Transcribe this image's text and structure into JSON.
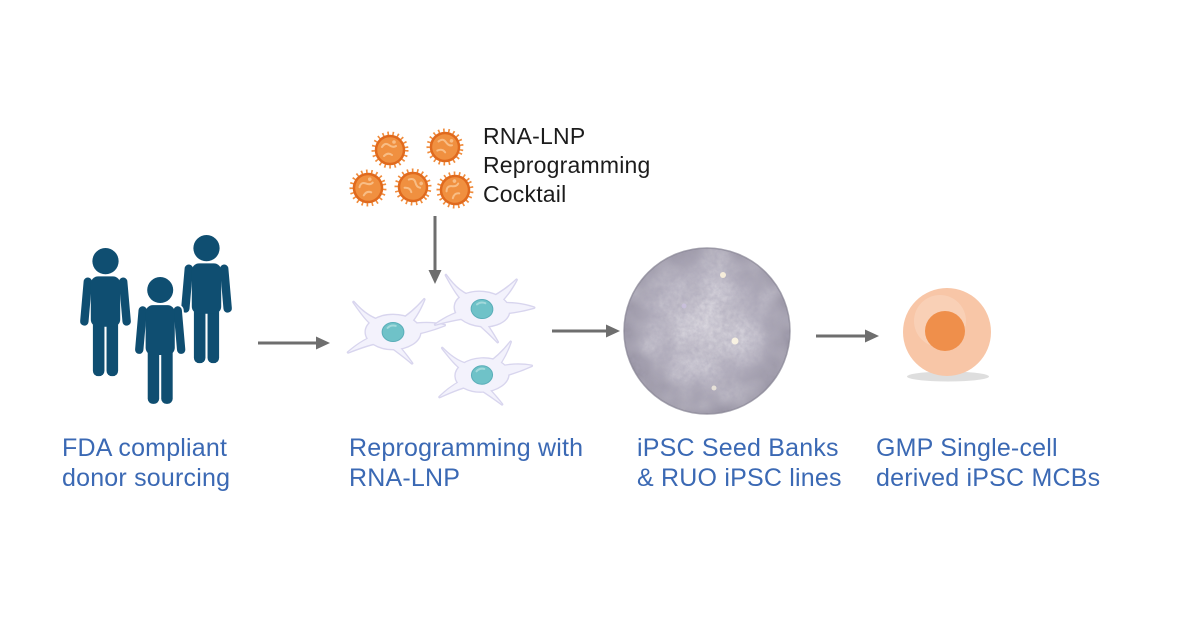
{
  "colors": {
    "background": "#ffffff",
    "people": "#0f4e71",
    "caption": "#3b69b4",
    "annotation_text": "#1c1c1c",
    "arrow": "#6e6e6e",
    "lnp_core": "#f09040",
    "lnp_ring": "#e06a1e",
    "lnp_fringe": "#f08c3c",
    "lnp_squiggle": "#f8bd85",
    "cell_outline": "#d8d5ee",
    "cell_body": "#f3f2fc",
    "nucleus": "#6fc2c8",
    "final_cell_body": "#f8c6a7",
    "final_cell_nucleus": "#ef8f4b"
  },
  "annotation": {
    "line1": "RNA-LNP",
    "line2": "Reprogramming",
    "line3": "Cocktail"
  },
  "steps": [
    {
      "icon": "donor-group-icon",
      "caption_line1": "FDA compliant",
      "caption_line2": "donor sourcing"
    },
    {
      "icon": "fibroblast-cells-icon",
      "caption_line1": "Reprogramming with",
      "caption_line2": "RNA-LNP"
    },
    {
      "icon": "ipsc-colony-image",
      "caption_line1": "iPSC Seed Banks",
      "caption_line2": "& RUO iPSC lines"
    },
    {
      "icon": "single-cell-icon",
      "caption_line1": "GMP Single-cell",
      "caption_line2": "derived iPSC MCBs"
    }
  ]
}
